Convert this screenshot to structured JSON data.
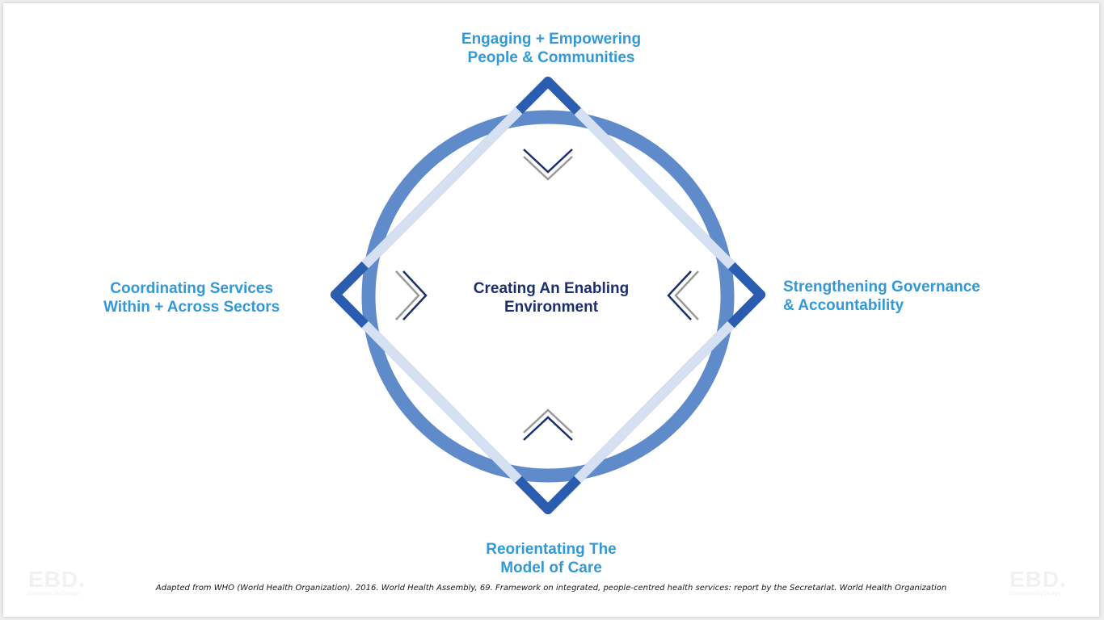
{
  "diagram": {
    "center": {
      "line1": "Creating An Enabling",
      "line2": "Environment"
    },
    "top": {
      "line1": "Engaging + Empowering",
      "line2": "People & Communities"
    },
    "right": {
      "line1": "Strengthening Governance",
      "line2": "& Accountability"
    },
    "bottom": {
      "line1": "Reorientating The",
      "line2": "Model of Care"
    },
    "left": {
      "line1": "Coordinating Services",
      "line2": "Within + Across Sectors"
    }
  },
  "citation": "Adapted from WHO (World Health Organization). 2016. World Health Assembly, 69. Framework on integrated, people-centred health services: report by the Secretariat. World Health Organization",
  "logo": {
    "mark": "EBD.",
    "tagline": "EconomicsByDesign"
  },
  "colors": {
    "circle": "#4a7bc4",
    "diamond": "#2a5db0",
    "label": "#3399d6",
    "center_text": "#1b2f6e"
  }
}
